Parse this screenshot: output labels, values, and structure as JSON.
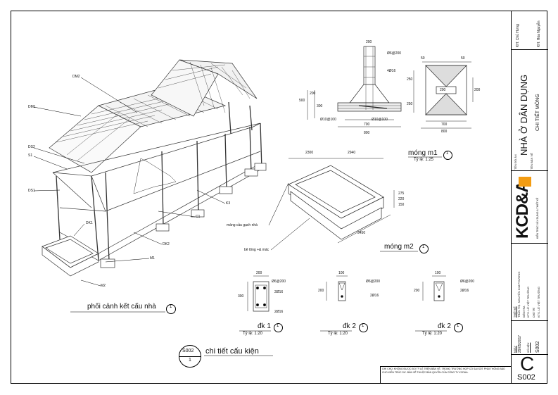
{
  "labels": {
    "dm2": "DM2",
    "dm1": "DM1",
    "ds2": "DS2",
    "s1": "S1",
    "ds1": "DS1",
    "dk1": "DK1",
    "dk2": "DK2",
    "m1": "M1",
    "m2": "M2",
    "k3": "K3",
    "c1": "C1",
    "mang_cau": "máng cầu gạch nhà",
    "bat_tong": "bê tông +& mác"
  },
  "captions": {
    "phoi_canh": "phối cảnh kết cấu nhà",
    "phoi_canh_num": "1",
    "mong_m1": "móng m1",
    "mong_m1_num": "1",
    "mong_m1_scale": "Tỷ lệ: 1:25",
    "mong_m2": "móng m2",
    "mong_m2_num": "1",
    "dk1": "đk 1",
    "dk1_num": "1",
    "dk1_scale": "Tỷ lệ: 1:20",
    "dk2a": "đk 2",
    "dk2a_num": "1",
    "dk2a_scale": "Tỷ lệ: 1:20",
    "dk2b": "đk 2",
    "dk2b_num": "1",
    "dk2b_scale": "Tỷ lệ: 1:20",
    "sheet_ref": "S002",
    "sheet_ref_num": "1",
    "chi_tiet": "chi tiết cấu kiện"
  },
  "dims": {
    "m1_top": "200",
    "m1_phi": "Ø6@200",
    "m1_phi16": "4Ø16",
    "m1_h1": "200",
    "m1_h2": "300",
    "m1_h3": "500",
    "m1_b1": "Ø10@100",
    "m1_b2": "Ø10@100",
    "m1_w1": "700",
    "m1_w2": "800",
    "p_50a": "50",
    "p_50b": "50",
    "p_250a": "250",
    "p_250b": "250",
    "p_200": "200",
    "p_200b": "200",
    "p_700": "700",
    "p_800": "800",
    "m2_2300": "2300",
    "m2_2940": "2940",
    "m2_3450": "3450",
    "m2_275": "275",
    "m2_220": "220",
    "m2_150": "150",
    "s_200": "200",
    "s_300": "300",
    "s_phi": "Ø6@200",
    "s_2phi": "2Ø16",
    "s_2phi2": "2Ø16",
    "s2_100": "100",
    "s2_200": "200",
    "s2_phi": "Ø6@200",
    "s2_2phi": "2Ø16",
    "s3_100": "100",
    "s3_200": "200",
    "s3_phi": "Ø6@200",
    "s3_2phi": "2Ø16"
  },
  "title_block": {
    "chu_dau_tu": "KH: Chủ Hưng",
    "dia_diem": "KH: Hòa Nguyễn",
    "ten_do_an": "TÊN ĐỒ ÁN",
    "nha_o": "NHÀ Ở DÂN DỤNG",
    "ten_ban_ve": "TÊN BẢN VẼ",
    "chi_tiet_mong": "CHI TIẾT MÓNG",
    "logo": "KCD&A",
    "logo_sub": "KIẾN TRÚC XÂY DỰNG & THIẾT KẾ",
    "thiet_ke": "THIẾT KẾ",
    "tk_name": "TRẦN THỊ. NGUYỄN KIM PHƯƠNG",
    "kiem_tra": "KIỂM TRA",
    "kt_name": "KTS. LÊ VIỆT TRƯỜNG",
    "chu_tri": "CHỦ TRÌ",
    "ct_name": "KTS. LÊ VIỆT TRƯỜNG",
    "ngay": "NGÀY",
    "date": "29/05/2017",
    "so_hieu": "SỐ HIỆU",
    "sheet_no": "S002",
    "big_letter": "C",
    "big_sheet": "S002",
    "footer_note": "GHI CHÚ: KHÔNG ĐƯỢC ĐO TỶ LỆ TRÊN BẢN VẼ. TRONG TRƯỜNG HỢP CÓ SAI SÓT PHẢI THÔNG BÁO CHO KIẾN TRÚC SƯ. BẢN VẼ THUỘC BẢN QUYỀN CỦA CÔNG TY KCD&A."
  }
}
